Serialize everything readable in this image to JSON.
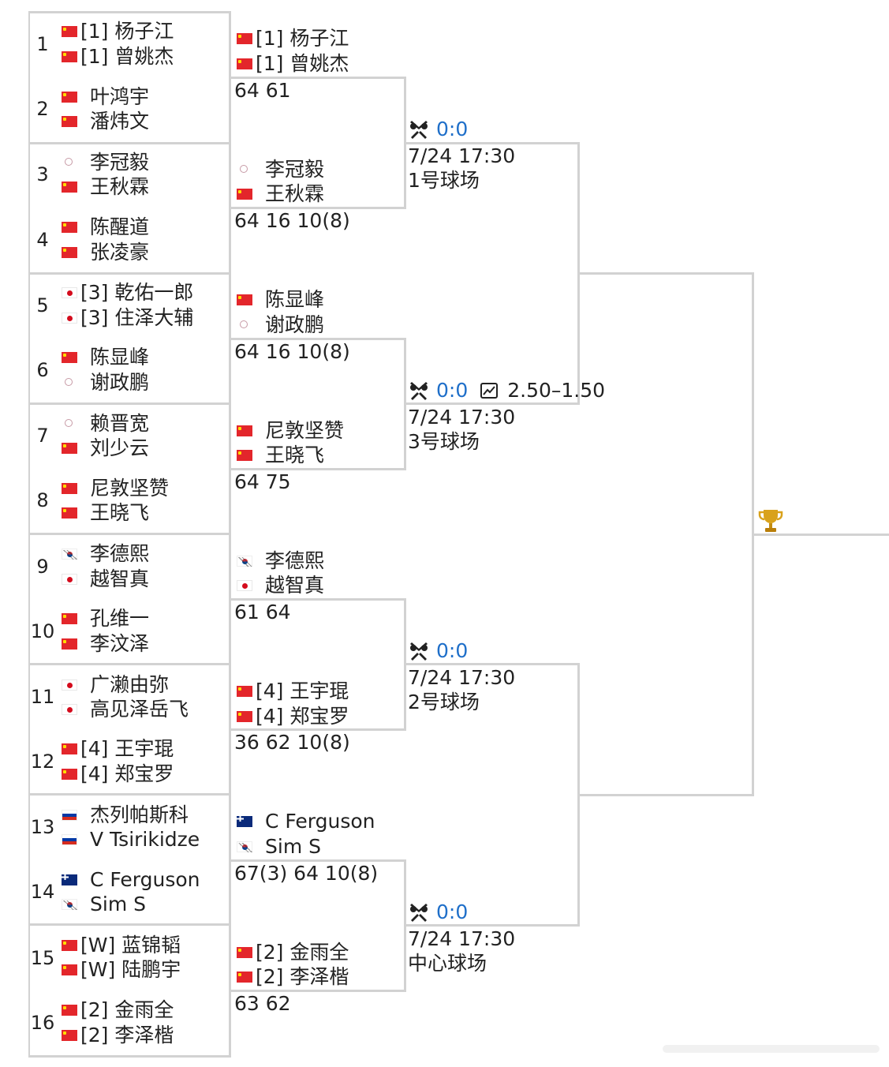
{
  "round1": [
    {
      "seed": "1",
      "players": [
        {
          "flag": "cn",
          "name": "[1] 杨子江"
        },
        {
          "flag": "cn",
          "name": "[1] 曾姚杰"
        }
      ]
    },
    {
      "seed": "2",
      "players": [
        {
          "flag": "cn",
          "name": "叶鸿宇"
        },
        {
          "flag": "cn",
          "name": "潘炜文"
        }
      ]
    },
    {
      "seed": "3",
      "players": [
        {
          "flag": "tw",
          "name": "李冠毅"
        },
        {
          "flag": "cn",
          "name": "王秋霖"
        }
      ]
    },
    {
      "seed": "4",
      "players": [
        {
          "flag": "cn",
          "name": "陈醒道"
        },
        {
          "flag": "cn",
          "name": "张凌豪"
        }
      ]
    },
    {
      "seed": "5",
      "players": [
        {
          "flag": "jp",
          "name": "[3] 乾佑一郎"
        },
        {
          "flag": "jp",
          "name": "[3] 住泽大辅"
        }
      ]
    },
    {
      "seed": "6",
      "players": [
        {
          "flag": "cn",
          "name": "陈显峰"
        },
        {
          "flag": "tw",
          "name": "谢政鹏"
        }
      ]
    },
    {
      "seed": "7",
      "players": [
        {
          "flag": "tw",
          "name": "赖晋宽"
        },
        {
          "flag": "cn",
          "name": "刘少云"
        }
      ]
    },
    {
      "seed": "8",
      "players": [
        {
          "flag": "cn",
          "name": "尼敦坚赞"
        },
        {
          "flag": "cn",
          "name": "王晓飞"
        }
      ]
    },
    {
      "seed": "9",
      "players": [
        {
          "flag": "kr",
          "name": "李德熙"
        },
        {
          "flag": "jp",
          "name": "越智真"
        }
      ]
    },
    {
      "seed": "10",
      "players": [
        {
          "flag": "cn",
          "name": "孔维一"
        },
        {
          "flag": "cn",
          "name": "李汶泽"
        }
      ]
    },
    {
      "seed": "11",
      "players": [
        {
          "flag": "jp",
          "name": "广濑由弥"
        },
        {
          "flag": "jp",
          "name": "高见泽岳飞"
        }
      ]
    },
    {
      "seed": "12",
      "players": [
        {
          "flag": "cn",
          "name": "[4] 王宇琨"
        },
        {
          "flag": "cn",
          "name": "[4] 郑宝罗"
        }
      ]
    },
    {
      "seed": "13",
      "players": [
        {
          "flag": "ru",
          "name": "杰列帕斯科"
        },
        {
          "flag": "ru",
          "name": "V Tsirikidze"
        }
      ]
    },
    {
      "seed": "14",
      "players": [
        {
          "flag": "au",
          "name": "C Ferguson"
        },
        {
          "flag": "kr",
          "name": "Sim S"
        }
      ]
    },
    {
      "seed": "15",
      "players": [
        {
          "flag": "cn",
          "name": "[W] 蓝锦韬"
        },
        {
          "flag": "cn",
          "name": "[W] 陆鹏宇"
        }
      ]
    },
    {
      "seed": "16",
      "players": [
        {
          "flag": "cn",
          "name": "[2] 金雨全"
        },
        {
          "flag": "cn",
          "name": "[2] 李泽楷"
        }
      ]
    }
  ],
  "round2": [
    {
      "players": [
        {
          "flag": "cn",
          "name": "[1] 杨子江"
        },
        {
          "flag": "cn",
          "name": "[1] 曾姚杰"
        }
      ],
      "score": "64 61"
    },
    {
      "players": [
        {
          "flag": "tw",
          "name": "李冠毅"
        },
        {
          "flag": "cn",
          "name": "王秋霖"
        }
      ],
      "score": "64 16 10(8)"
    },
    {
      "players": [
        {
          "flag": "cn",
          "name": "陈显峰"
        },
        {
          "flag": "tw",
          "name": "谢政鹏"
        }
      ],
      "score": "64 16 10(8)"
    },
    {
      "players": [
        {
          "flag": "cn",
          "name": "尼敦坚赞"
        },
        {
          "flag": "cn",
          "name": "王晓飞"
        }
      ],
      "score": "64 75"
    },
    {
      "players": [
        {
          "flag": "kr",
          "name": "李德熙"
        },
        {
          "flag": "jp",
          "name": "越智真"
        }
      ],
      "score": "61 64"
    },
    {
      "players": [
        {
          "flag": "cn",
          "name": "[4] 王宇琨"
        },
        {
          "flag": "cn",
          "name": "[4] 郑宝罗"
        }
      ],
      "score": "36 62 10(8)"
    },
    {
      "players": [
        {
          "flag": "au",
          "name": "C Ferguson"
        },
        {
          "flag": "kr",
          "name": "Sim S"
        }
      ],
      "score": "67(3) 64 10(8)"
    },
    {
      "players": [
        {
          "flag": "cn",
          "name": "[2] 金雨全"
        },
        {
          "flag": "cn",
          "name": "[2] 李泽楷"
        }
      ],
      "score": "63 62"
    }
  ],
  "quarterfinals": [
    {
      "vs": "0:0",
      "time": "7/24 17:30",
      "court": "1号球场",
      "odds": ""
    },
    {
      "vs": "0:0",
      "time": "7/24 17:30",
      "court": "3号球场",
      "odds": "2.50–1.50"
    },
    {
      "vs": "0:0",
      "time": "7/24 17:30",
      "court": "2号球场",
      "odds": ""
    },
    {
      "vs": "0:0",
      "time": "7/24 17:30",
      "court": "中心球场",
      "odds": ""
    }
  ],
  "colors": {
    "line": "#d2d2d2",
    "vs": "#1f6fc9",
    "trophy": "#d9a21b"
  },
  "icons": {
    "vs": "crossed-rackets-icon",
    "odds": "chart-icon",
    "final": "trophy-icon"
  }
}
